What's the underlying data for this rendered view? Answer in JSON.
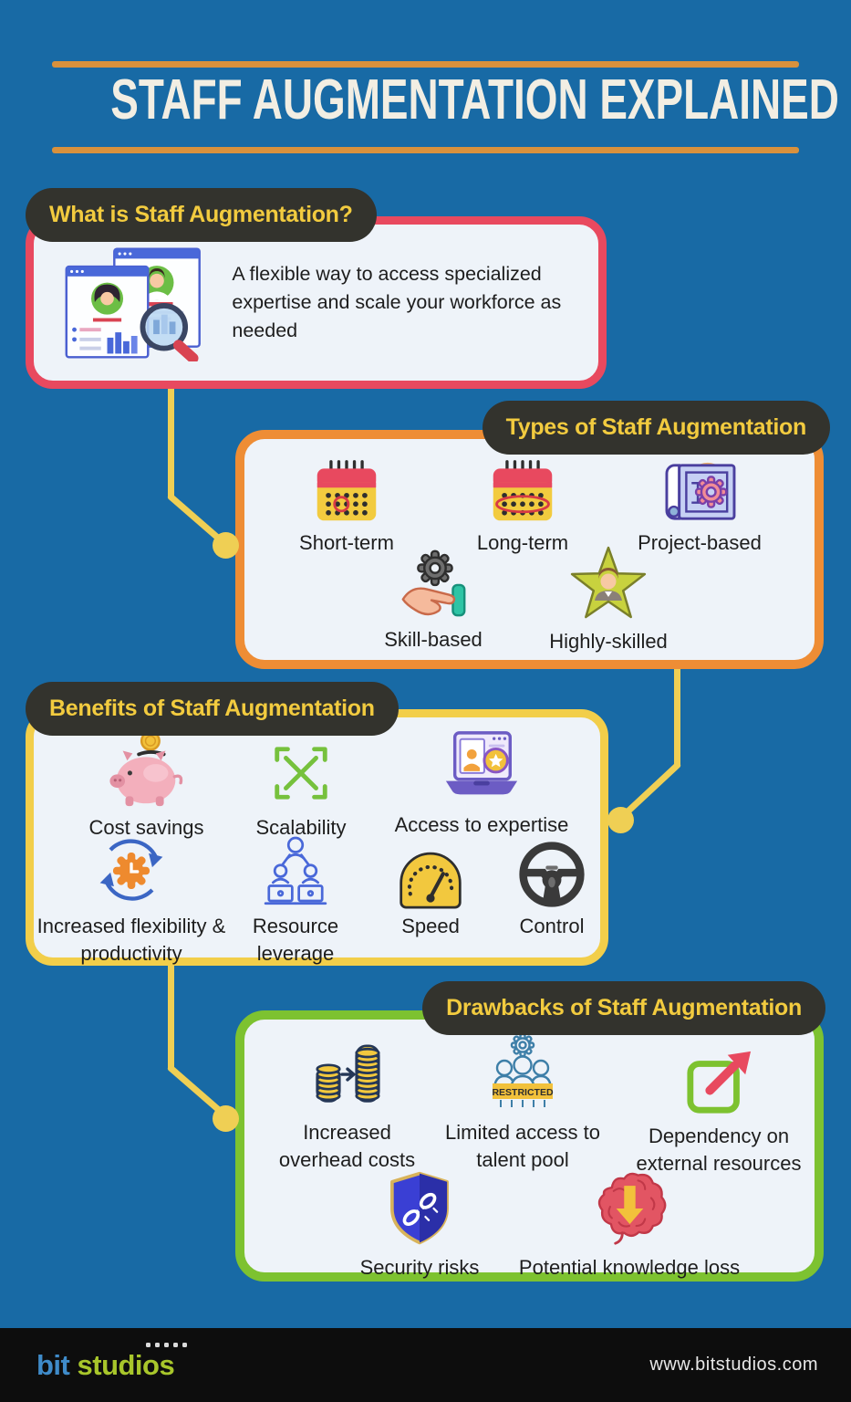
{
  "header": {
    "title": "STAFF AUGMENTATION EXPLAINED"
  },
  "colors": {
    "background": "#186AA5",
    "header_line": "#D8913D",
    "title_text": "#F2EEE3",
    "pill_bg": "#33332D",
    "pill_text": "#F2CB3F",
    "card_bg": "#EEF3F9",
    "connector": "#EFCF54",
    "what_accent": "#E8495F",
    "types_accent": "#EE8D35",
    "benefits_accent": "#F2CE4A",
    "drawbacks_accent": "#7DC230",
    "footer_bg": "#0D0D0D"
  },
  "sections": [
    {
      "id": "what",
      "title": "What is Staff Augmentation?",
      "icon": "resume-search-illustration",
      "description": "A flexible way to access specialized expertise and scale your workforce as needed",
      "description_lines": [
        "A flexible way to access specialized",
        "expertise and scale your workforce as",
        "needed"
      ]
    },
    {
      "id": "types",
      "title": "Types of Staff Augmentation",
      "items": [
        {
          "label": "Short-term",
          "icon": "calendar-short-term-icon"
        },
        {
          "label": "Long-term",
          "icon": "calendar-long-term-icon"
        },
        {
          "label": "Project-based",
          "icon": "blueprint-gear-icon"
        },
        {
          "label": "Skill-based",
          "icon": "hand-gear-icon"
        },
        {
          "label": "Highly-skilled",
          "icon": "star-person-icon"
        }
      ]
    },
    {
      "id": "benefits",
      "title": "Benefits of Staff Augmentation",
      "items": [
        {
          "label": "Cost savings",
          "icon": "piggy-bank-icon"
        },
        {
          "label": "Scalability",
          "icon": "expand-arrows-icon"
        },
        {
          "label": "Access to expertise",
          "icon": "laptop-expert-icon"
        },
        {
          "label": "Increased flexibility & productivity",
          "icon": "cycle-gear-clock-icon"
        },
        {
          "label": "Resource leverage",
          "icon": "team-network-icon"
        },
        {
          "label": "Speed",
          "icon": "speed-gauge-icon"
        },
        {
          "label": "Control",
          "icon": "steering-wheel-icon"
        }
      ]
    },
    {
      "id": "drawbacks",
      "title": "Drawbacks of Staff Augmentation",
      "items": [
        {
          "label": "Increased overhead costs",
          "icon": "coin-stacks-icon"
        },
        {
          "label": "Limited access to talent pool",
          "icon": "restricted-talent-icon",
          "badge": "RESTRICTED"
        },
        {
          "label": "Dependency on external resources",
          "icon": "external-arrow-icon"
        },
        {
          "label": "Security risks",
          "icon": "shield-chain-icon"
        },
        {
          "label": "Potential knowledge loss",
          "icon": "brain-loss-icon"
        }
      ]
    }
  ],
  "footer": {
    "logo_bit": "bit",
    "logo_studios": "studios",
    "url": "www.bitstudios.com"
  }
}
